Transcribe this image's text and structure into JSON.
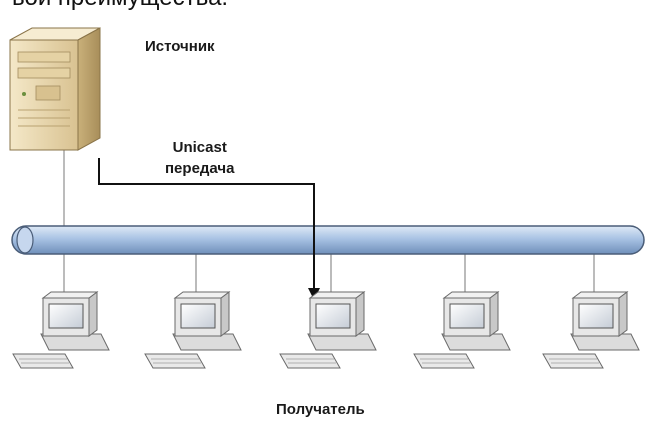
{
  "page": {
    "top_caption": "вои преимущества."
  },
  "labels": {
    "source": "Источник",
    "transfer_line1": "Unicast",
    "transfer_line2": "передача",
    "receiver": "Получатель"
  },
  "icons": {
    "server": "server-tower-icon",
    "computer": "desktop-computer-icon",
    "bus": "network-bus-icon",
    "arrow": "unicast-arrow-icon"
  },
  "colors": {
    "bus_fill": "#a9c3e4",
    "bus_stroke": "#4a5d78",
    "server_body": "#eadab3",
    "computer_body": "#e7e7e7",
    "arrow": "#111111"
  }
}
